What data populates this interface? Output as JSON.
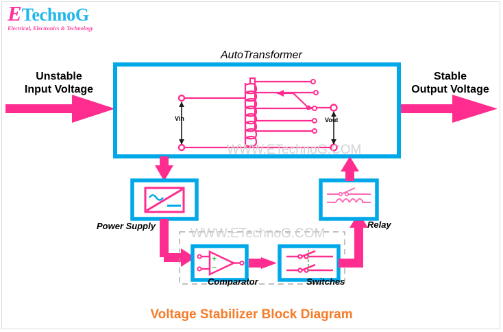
{
  "logo": {
    "initial": "E",
    "word": "TechnoG",
    "tagline": "Electrical, Electronics & Technology"
  },
  "title": "Voltage Stabilizer Block Diagram",
  "watermarks": [
    {
      "text": "WWW.ETechnoG.COM"
    },
    {
      "text": "WWW.ETechnoG.COM"
    }
  ],
  "labels": {
    "input_line1": "Unstable",
    "input_line2": "Input Voltage",
    "output_line1": "Stable",
    "output_line2": "Output Voltage",
    "transformer": "AutoTransformer",
    "vin": "Vin",
    "vout": "Vout",
    "power_supply": "Power Supply",
    "relay": "Relay",
    "comparator": "Comparator",
    "switches": "Switches",
    "comparator_plus": "+",
    "comparator_minus": "–"
  },
  "colors": {
    "block_border": "#00a8e8",
    "arrow": "#ff2d8f",
    "circuit": "#ff2d8f",
    "title": "#f57c28",
    "logo_pink": "#ff2e9a",
    "logo_cyan": "#22b6ea",
    "dimension_arrow": "#1a1a1a",
    "dashed_group": "#9a9a9a",
    "sign_green": "#2fbf3f",
    "watermark": "#d2d2d2",
    "background": "#ffffff"
  },
  "blocks": [
    {
      "name": "autotransformer",
      "label": "AutoTransformer"
    },
    {
      "name": "power-supply",
      "label": "Power Supply"
    },
    {
      "name": "relay",
      "label": "Relay"
    },
    {
      "name": "comparator",
      "label": "Comparator"
    },
    {
      "name": "switches",
      "label": "Switches"
    }
  ]
}
